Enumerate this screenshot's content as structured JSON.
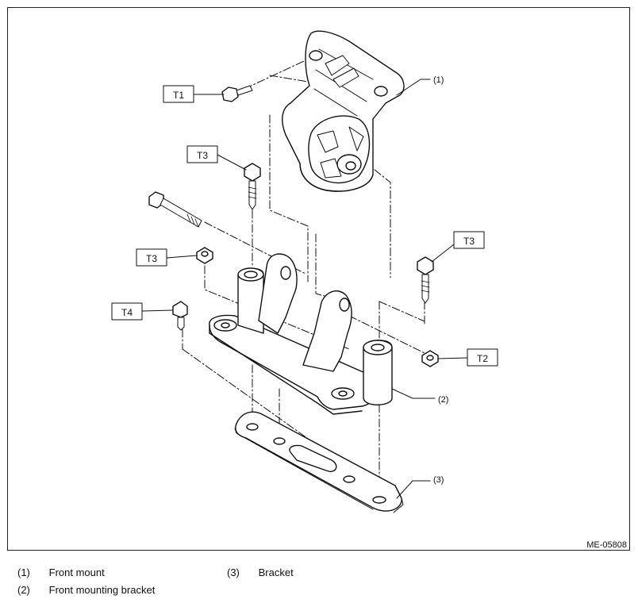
{
  "figure_id": "ME-05808",
  "torque_labels": {
    "t1": "T1",
    "t3_upper": "T3",
    "t3_left": "T3",
    "t3_right": "T3",
    "t4": "T4",
    "t2": "T2"
  },
  "callouts": {
    "c1": "(1)",
    "c2": "(2)",
    "c3": "(3)"
  },
  "legend": [
    {
      "num": "(1)",
      "label": "Front mount"
    },
    {
      "num": "(2)",
      "label": "Front mounting bracket"
    },
    {
      "num": "(3)",
      "label": "Bracket"
    }
  ]
}
